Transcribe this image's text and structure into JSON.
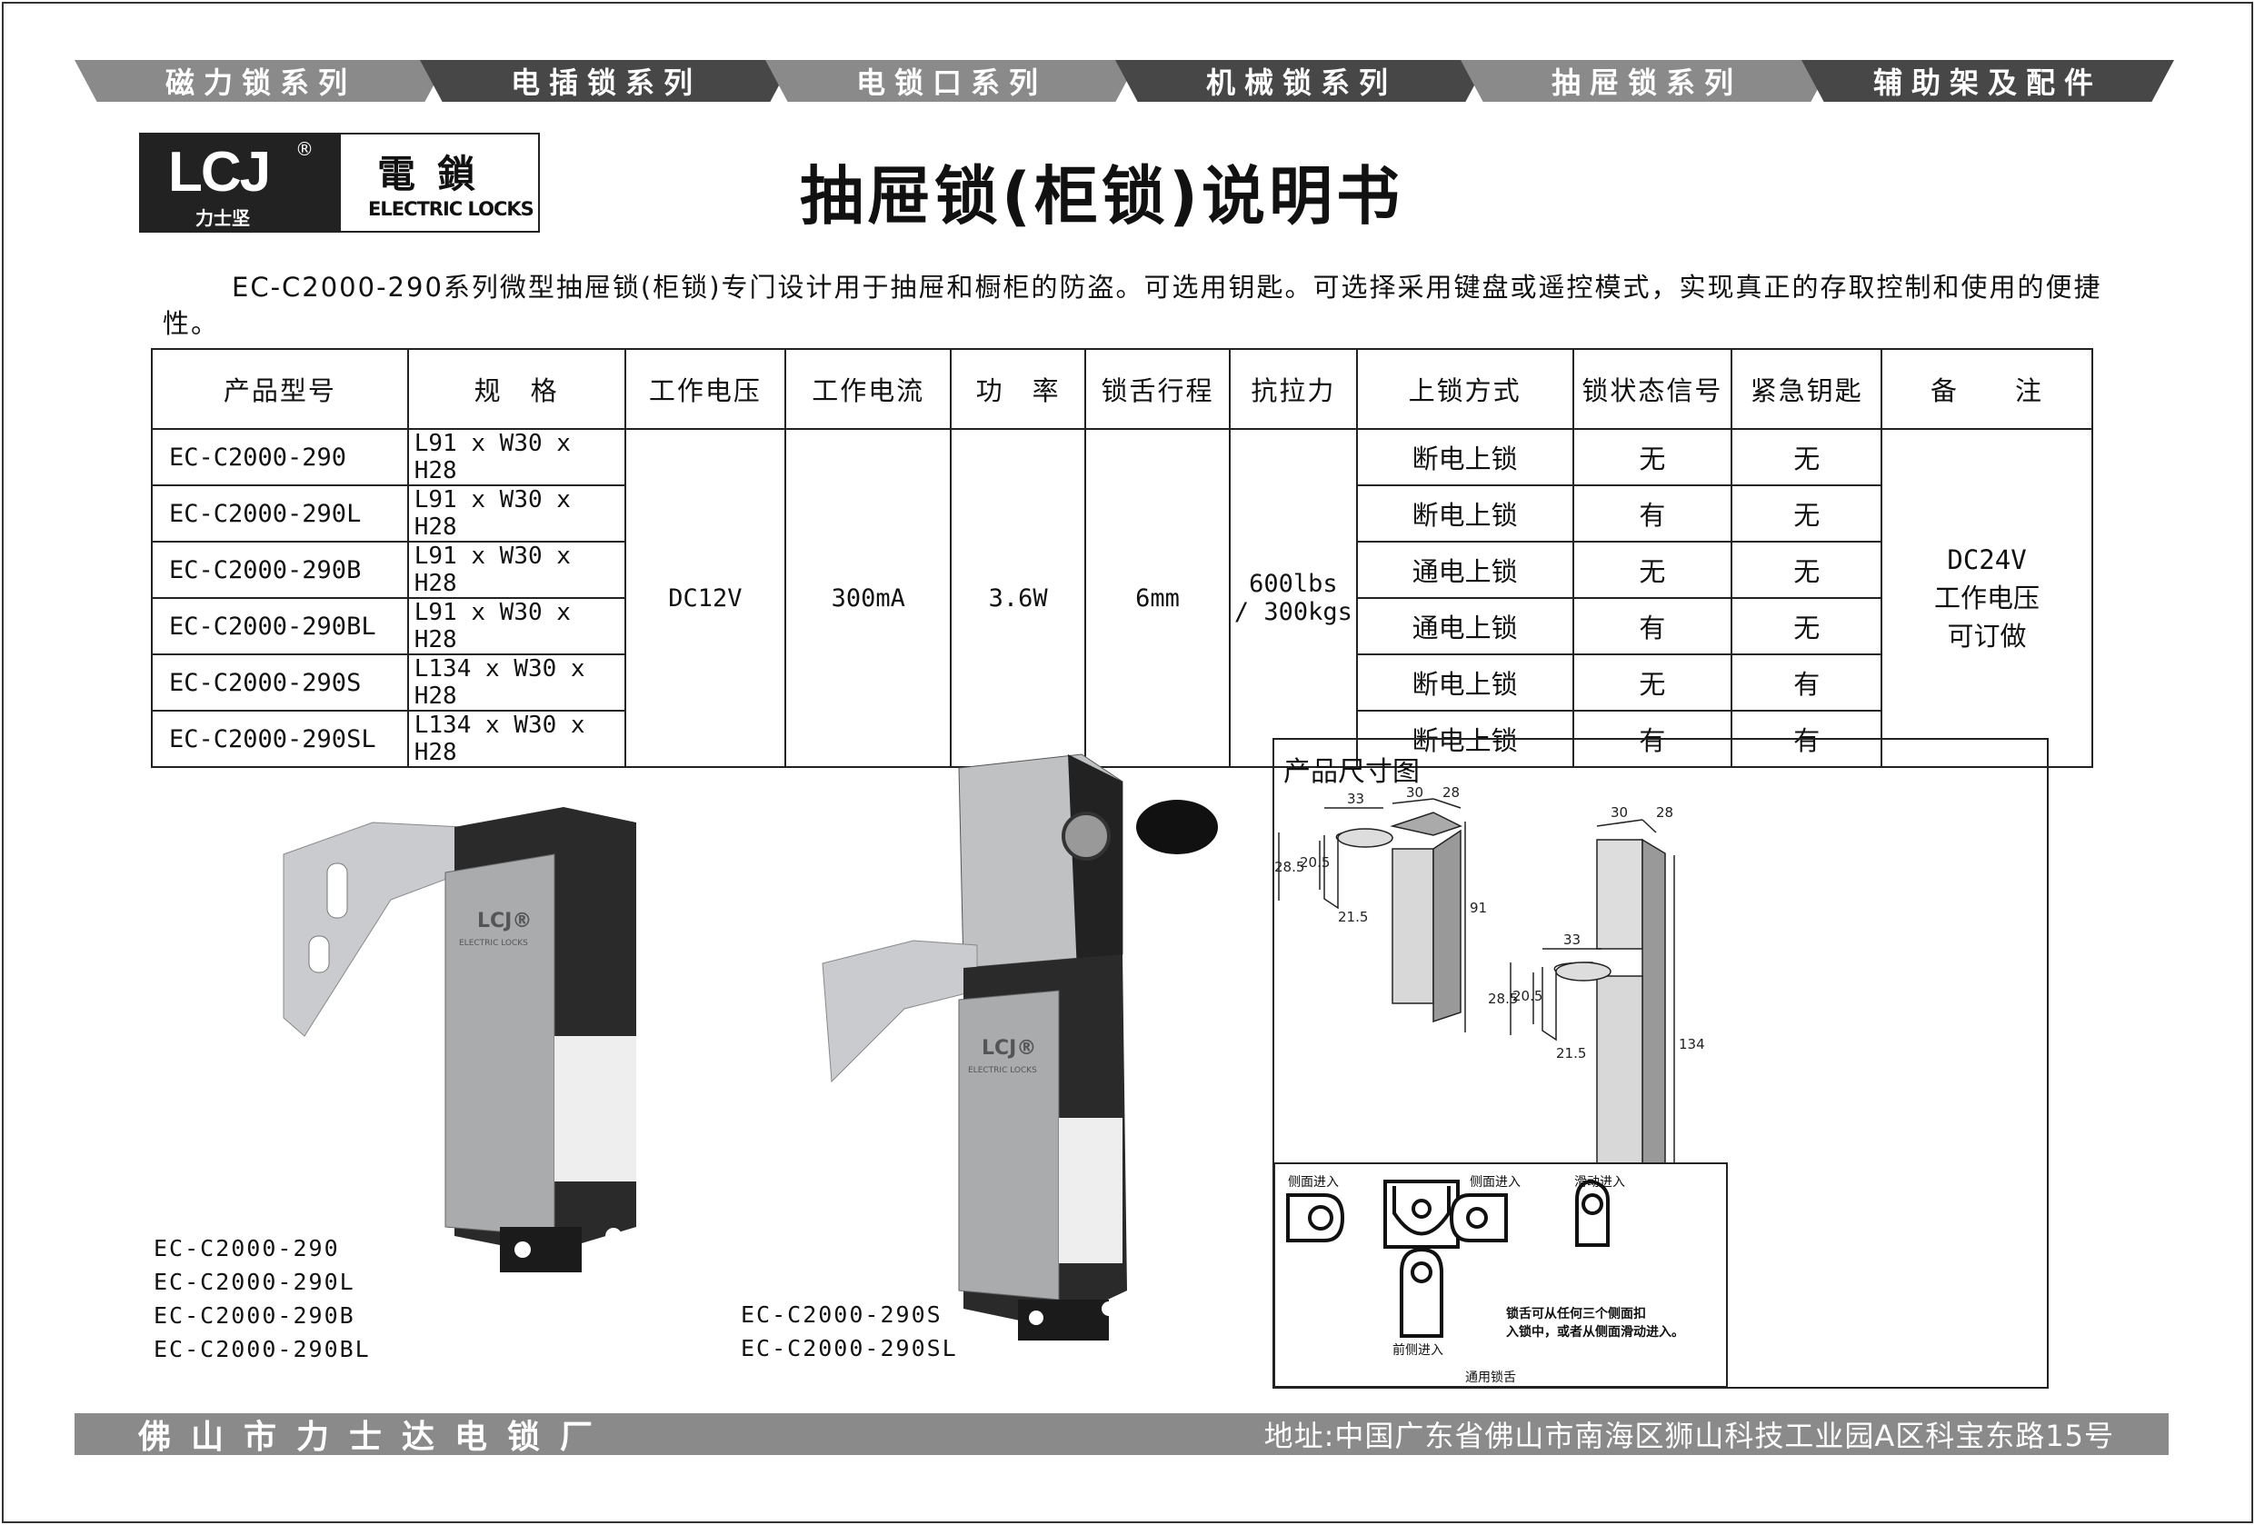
{
  "nav": [
    "磁力锁系列",
    "电插锁系列",
    "电锁口系列",
    "机械锁系列",
    "抽屉锁系列",
    "辅助架及配件"
  ],
  "logo": {
    "brand": "LCJ",
    "reg": "®",
    "brand_cn": "力士坚",
    "name_cn": "電鎖",
    "name_en": "ELECTRIC LOCKS"
  },
  "title": "抽屉锁(柜锁)说明书",
  "intro": "EC-C2000-290系列微型抽屉锁(柜锁)专门设计用于抽屉和橱柜的防盗。可选用钥匙。可选择采用键盘或遥控模式，实现真正的存取控制和使用的便捷性。",
  "table": {
    "headers": [
      "产品型号",
      "规　格",
      "工作电压",
      "工作电流",
      "功　率",
      "锁舌行程",
      "抗拉力",
      "上锁方式",
      "锁状态信号",
      "紧急钥匙",
      "备　　注"
    ],
    "rows": [
      {
        "model": "EC-C2000-290",
        "spec": "L91 x W30 x H28",
        "mode": "断电上锁",
        "signal": "无",
        "key": "无"
      },
      {
        "model": "EC-C2000-290L",
        "spec": "L91 x W30 x H28",
        "mode": "断电上锁",
        "signal": "有",
        "key": "无"
      },
      {
        "model": "EC-C2000-290B",
        "spec": "L91 x W30 x H28",
        "mode": "通电上锁",
        "signal": "无",
        "key": "无"
      },
      {
        "model": "EC-C2000-290BL",
        "spec": "L91 x W30 x H28",
        "mode": "通电上锁",
        "signal": "有",
        "key": "无"
      },
      {
        "model": "EC-C2000-290S",
        "spec": "L134 x W30 x H28",
        "mode": "断电上锁",
        "signal": "无",
        "key": "有"
      },
      {
        "model": "EC-C2000-290SL",
        "spec": "L134 x W30 x H28",
        "mode": "断电上锁",
        "signal": "有",
        "key": "有"
      }
    ],
    "voltage": "DC12V",
    "current": "300mA",
    "power": "3.6W",
    "stroke": "6mm",
    "force_1": "600lbs",
    "force_2": "/ 300kgs",
    "note_1": "DC24V",
    "note_2": "工作电压",
    "note_3": "可订做"
  },
  "photo_left_models": [
    "EC-C2000-290",
    "EC-C2000-290L",
    "EC-C2000-290B",
    "EC-C2000-290BL"
  ],
  "photo_mid_models": [
    "EC-C2000-290S",
    "EC-C2000-290SL"
  ],
  "dimensions": {
    "heading": "产品尺寸图",
    "small": {
      "w": "30",
      "d": "28",
      "bracket": "33",
      "h1": "28.5",
      "h2": "20.5",
      "off": "21.5",
      "len": "91"
    },
    "large": {
      "w": "30",
      "d": "28",
      "bracket": "33",
      "h1": "28.5",
      "h2": "20.5",
      "off": "21.5",
      "len": "134"
    },
    "bolt": {
      "side_left": "侧面进入",
      "side_right": "侧面进入",
      "slide": "滑动进入",
      "front": "前侧进入",
      "note_1": "锁舌可从任何三个侧面扣",
      "note_2": "入锁中，或者从侧面滑动进入。",
      "caption": "通用锁舌"
    }
  },
  "footer": {
    "company": "佛山市力士达电锁厂",
    "address": "地址:中国广东省佛山市南海区狮山科技工业园A区科宝东路15号"
  }
}
